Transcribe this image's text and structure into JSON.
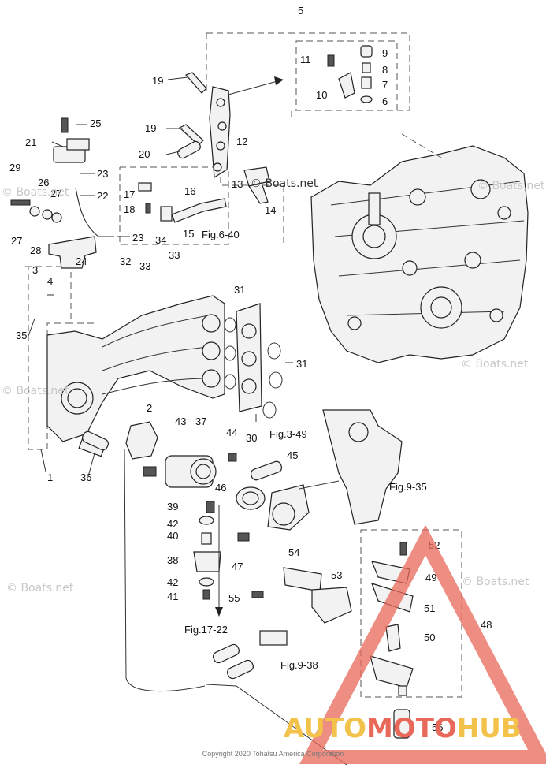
{
  "assembly_number": "5",
  "part_labels": [
    "1",
    "2",
    "3",
    "4",
    "6",
    "7",
    "8",
    "9",
    "10",
    "11",
    "12",
    "13",
    "14",
    "15",
    "16",
    "17",
    "18",
    "19",
    "19",
    "20",
    "21",
    "22",
    "23",
    "23",
    "24",
    "25",
    "26",
    "27",
    "27",
    "28",
    "29",
    "30",
    "31",
    "31",
    "32",
    "33",
    "33",
    "34",
    "35",
    "36",
    "37",
    "38",
    "39",
    "40",
    "41",
    "42",
    "42",
    "43",
    "44",
    "45",
    "46",
    "47",
    "48",
    "49",
    "50",
    "51",
    "52",
    "53",
    "54",
    "55",
    "56"
  ],
  "figure_refs": [
    "Fig.6-40",
    "Fig.3-49",
    "Fig.9-35",
    "Fig.17-22",
    "Fig.9-38"
  ],
  "watermarks": [
    "© Boats.net",
    "© Boats.net",
    "© Boats.net",
    "© Boats.net",
    "© Boats.net",
    "© Boats.net",
    "© Boats.net"
  ],
  "brand": {
    "left": "AUTO",
    "middle": "MOTO",
    "right": "HUB",
    "accent_color": "#e8685a",
    "gold_color": "#f2c24b"
  },
  "copyright": "Copyright 2020 Tohatsu America Corporation"
}
